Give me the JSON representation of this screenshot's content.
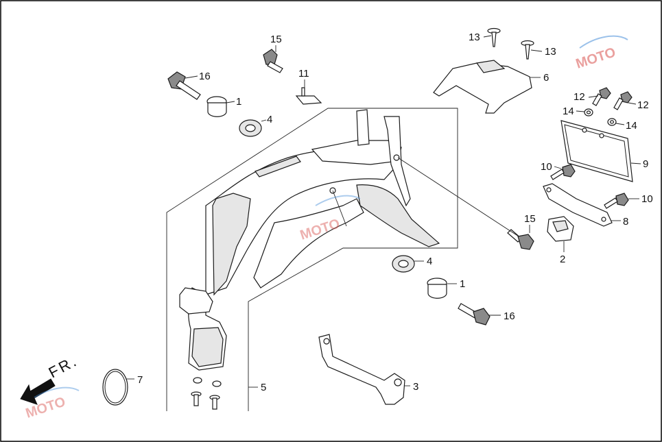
{
  "callouts": [
    {
      "id": "c16a",
      "text": "16"
    },
    {
      "id": "c1a",
      "text": "1"
    },
    {
      "id": "c4a",
      "text": "4"
    },
    {
      "id": "c15a",
      "text": "15"
    },
    {
      "id": "c11",
      "text": "11"
    },
    {
      "id": "c13a",
      "text": "13"
    },
    {
      "id": "c13b",
      "text": "13"
    },
    {
      "id": "c6",
      "text": "6"
    },
    {
      "id": "c12a",
      "text": "12"
    },
    {
      "id": "c12b",
      "text": "12"
    },
    {
      "id": "c14a",
      "text": "14"
    },
    {
      "id": "c14b",
      "text": "14"
    },
    {
      "id": "c9",
      "text": "9"
    },
    {
      "id": "c10a",
      "text": "10"
    },
    {
      "id": "c10b",
      "text": "10"
    },
    {
      "id": "c8",
      "text": "8"
    },
    {
      "id": "c15b",
      "text": "15"
    },
    {
      "id": "c2",
      "text": "2"
    },
    {
      "id": "c4b",
      "text": "4"
    },
    {
      "id": "c1b",
      "text": "1"
    },
    {
      "id": "c16b",
      "text": "16"
    },
    {
      "id": "c3",
      "text": "3"
    },
    {
      "id": "c5",
      "text": "5"
    },
    {
      "id": "c7",
      "text": "7"
    }
  ],
  "direction_label": "FR.",
  "watermark": "MOTO",
  "colors": {
    "line": "#1a1a1a",
    "shade": "#e6e6e6",
    "watermark_red": "#d9534f",
    "watermark_blue": "#4a90d9"
  }
}
